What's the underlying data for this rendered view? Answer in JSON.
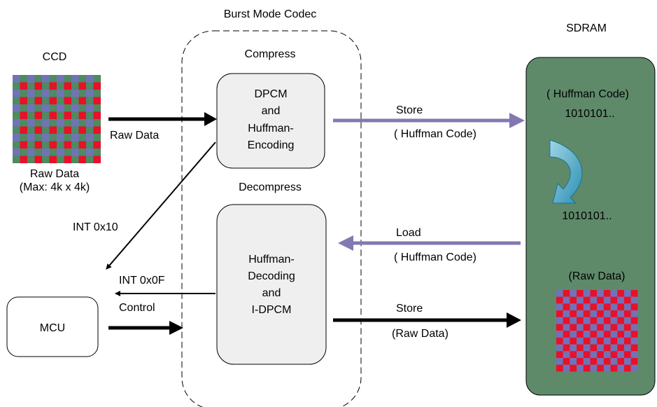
{
  "codec": {
    "title": "Burst Mode Codec",
    "compress_label": "Compress",
    "decompress_label": "Decompress",
    "encoder_lines": [
      "DPCM",
      "and",
      "Huffman-",
      "Encoding"
    ],
    "decoder_lines": [
      "Huffman-",
      "Decoding",
      "and",
      "I-DPCM"
    ]
  },
  "ccd": {
    "title": "CCD",
    "caption_line1": "Raw Data",
    "caption_line2": "(Max: 4k x 4k)"
  },
  "sdram": {
    "title": "SDRAM",
    "huffman_label": "( Huffman Code)",
    "bits_top": "1010101..",
    "bits_bottom": "1010101..",
    "raw_label": "(Raw Data)"
  },
  "mcu": {
    "label": "MCU"
  },
  "arrows": {
    "raw_data": "Raw Data",
    "store_huffman_top": "Store",
    "store_huffman_bottom": "( Huffman Code)",
    "load_top": "Load",
    "load_bottom": "( Huffman Code)",
    "store_raw_top": "Store",
    "store_raw_bottom": "(Raw Data)",
    "int_10": "INT 0x10",
    "int_0f": "INT 0x0F",
    "control": "Control"
  },
  "colors": {
    "pixel_red": "#e8102a",
    "pixel_blue": "#7272b8",
    "pixel_green": "#4e8a62",
    "sdram_fill": "#5e8a6a",
    "purple_arrow": "#8478b2",
    "block_fill": "#efefef",
    "curve_arrow": "#3fa9c8"
  }
}
